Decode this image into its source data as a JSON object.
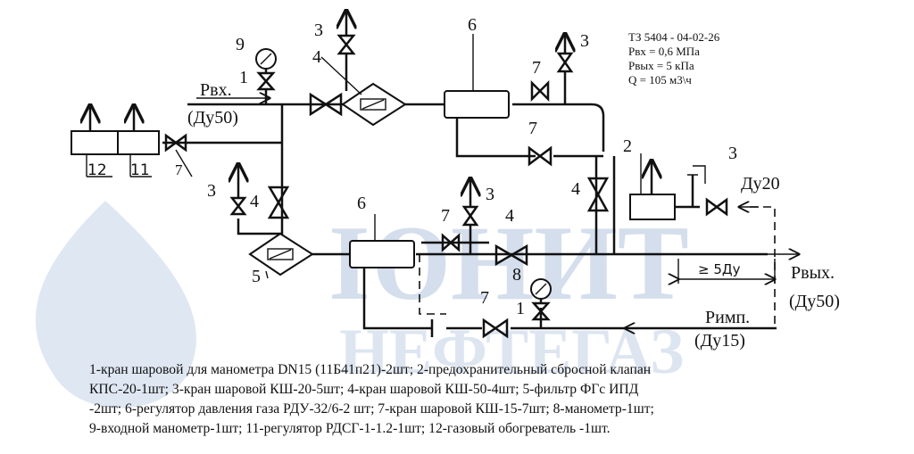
{
  "watermark": {
    "line1": "ЮНИТ",
    "line2": "НЕФТЕГАЗ",
    "color": "#c6d4e8"
  },
  "specs": {
    "doc_number": "ТЗ 5404 - 04-02-26",
    "p_in": "Рвх = 0,6 МПа",
    "p_out": "Рвых = 5 кПа",
    "flow": "Q  = 105 м3\\ч"
  },
  "labels": {
    "p_in": "Рвх.",
    "dn_in": "(Ду50)",
    "p_out": "Рвых.",
    "dn_out": "(Ду50)",
    "p_imp": "Римп.",
    "dn_imp": "(Ду15)",
    "dn_vent": "Ду20",
    "min_distance": "≥ 5Ду"
  },
  "callouts": [
    "1",
    "2",
    "3",
    "4",
    "5",
    "6",
    "7",
    "8",
    "9",
    "11",
    "12"
  ],
  "legend": [
    "1-кран шаровой для манометра DN15 (11Б41п21)-2шт; 2-предохранительный сбросной клапан",
    "КПС-20-1шт; 3-кран шаровой КШ-20-5шт; 4-кран шаровой КШ-50-4шт; 5-фильтр ФГс ИПД",
    "-2шт; 6-регулятор давления газа РДУ-32/6-2 шт; 7-кран шаровой КШ-15-7шт; 8-манометр-1шт;",
    "9-входной манометр-1шт; 11-регулятор РДСГ-1-1.2-1шт; 12-газовый обогреватель -1шт."
  ]
}
